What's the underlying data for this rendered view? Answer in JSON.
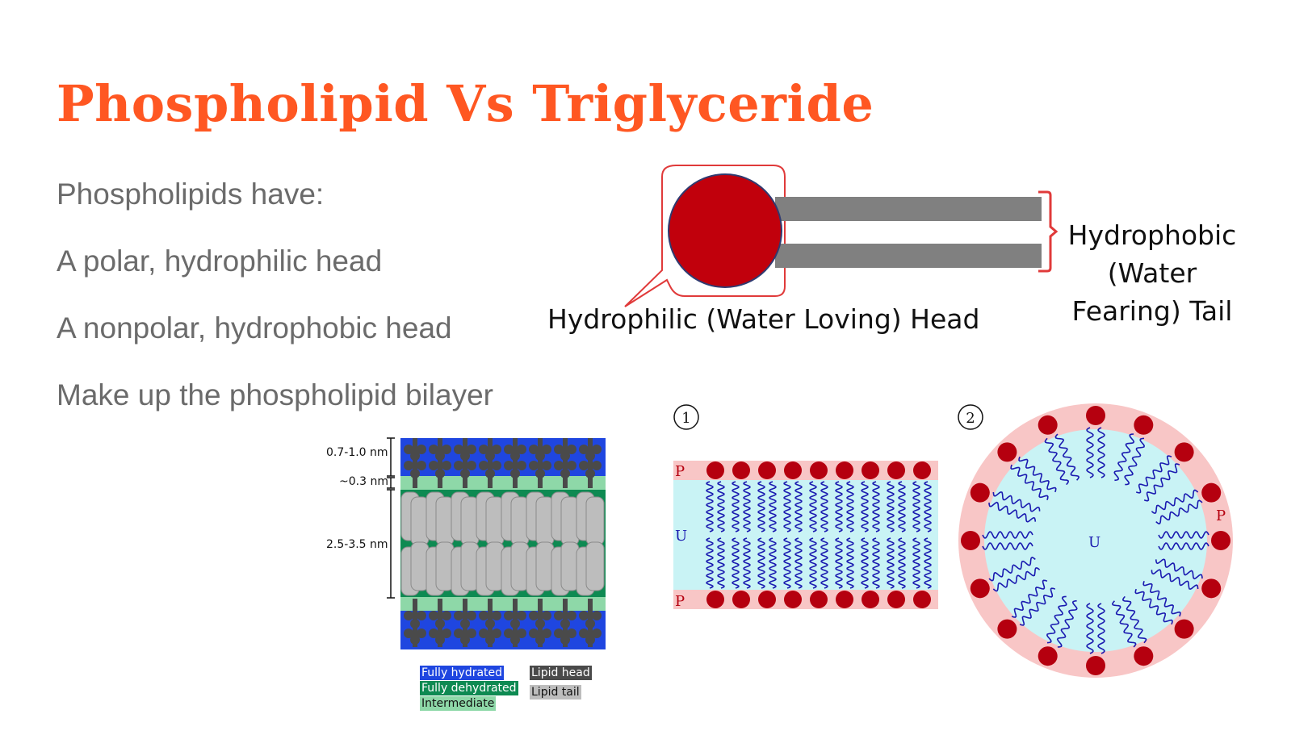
{
  "slide": {
    "title": "Phospholipid Vs Triglyceride",
    "bullets": [
      "Phospholipids have:",
      "A polar, hydrophilic head",
      "A nonpolar, hydrophobic head",
      "Make up the phospholipid bilayer"
    ]
  },
  "molecule": {
    "head_label": "Hydrophilic (Water Loving) Head",
    "tail_label_lines": [
      "Hydrophobic",
      "(Water",
      "Fearing) Tail"
    ]
  },
  "bilayer_scale": {
    "labels": [
      "0.7-1.0 nm",
      "~0.3 nm",
      "2.5-3.5 nm"
    ],
    "legend": [
      {
        "text": "Fully hydrated",
        "color": "#1f46e0"
      },
      {
        "text": "Fully dehydrated",
        "color": "#0e8a52"
      },
      {
        "text": "Intermediate",
        "color": "#8ed8a8"
      },
      {
        "text": "Lipid head",
        "color": "#4a4a4a"
      },
      {
        "text": "Lipid tail",
        "color": "#bdbdbd"
      }
    ]
  },
  "structures": {
    "bilayer_number": "1",
    "micelle_number": "2",
    "polar_mark": "P",
    "nonpolar_mark": "U"
  },
  "colors": {
    "title": "#ff5722",
    "body_text": "#6b6b6b",
    "head_red": "#c1000c",
    "outline_red": "#e03a3a",
    "tail_gray": "#808080",
    "dot_red": "#b5000f",
    "wave_blue": "#1a1ab0",
    "pink": "#f8c6c6",
    "cyan": "#c9f3f5"
  }
}
